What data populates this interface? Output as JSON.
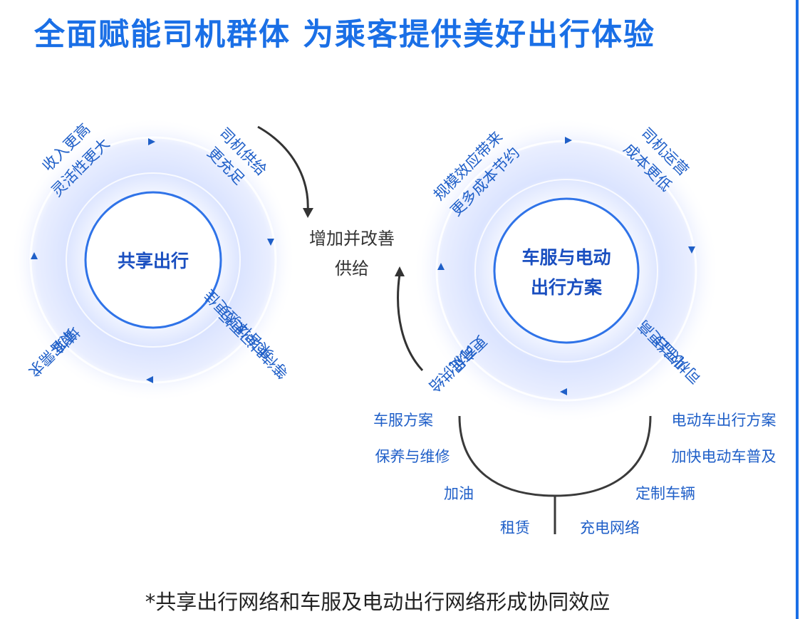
{
  "title": "全面赋能司机群体 为乘客提供美好出行体验",
  "left_cycle": {
    "center": "共享出行",
    "labels": {
      "top_left_1": "收入更高",
      "top_left_2": "灵活性更大",
      "top_right_1": "司机供给",
      "top_right_2": "更充足",
      "bottom_right_1": "等待时间更短",
      "bottom_right_2": "乘客体验更佳",
      "bottom_left_1": "乘客需求",
      "bottom_left_2": "增加"
    }
  },
  "right_cycle": {
    "center_1": "车服与电动",
    "center_2": "出行方案",
    "labels": {
      "top_left_1": "规模效应带来",
      "top_left_2": "更多成本节约",
      "top_right_1": "司机运营",
      "top_right_2": "成本更低",
      "bottom_right_1": "司机平台",
      "bottom_right_2": "收益更高",
      "bottom_left_1": "司机供给",
      "bottom_left_2": "更充足"
    }
  },
  "middle": {
    "line1": "增加并改善",
    "line2": "供给"
  },
  "services": {
    "left": [
      "车服方案",
      "保养与维修",
      "加油",
      "租赁"
    ],
    "right": [
      "电动车出行方案",
      "加快电动车普及",
      "定制车辆",
      "充电网络"
    ]
  },
  "footnote": "*共享出行网络和车服及电动出行网络形成协同效应",
  "colors": {
    "brand_blue": "#1a6fe6",
    "ring_stroke": "#2f73e8",
    "label_blue": "#1f5fc8",
    "glow_light": "#eef2ff",
    "glow_mid": "#dbe4ff",
    "connector_gray": "#3a3a3a"
  }
}
